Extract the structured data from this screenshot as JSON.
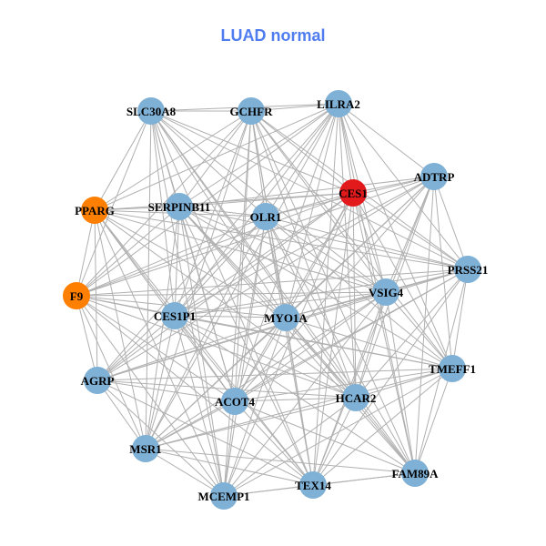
{
  "title": "LUAD normal",
  "colors": {
    "default": "#7fb0d6",
    "highlight": "#e31a1c",
    "secondary": "#ff7f00",
    "edge": "#b0b0b0"
  },
  "nodes": [
    {
      "id": "SLC30A8",
      "color": "default"
    },
    {
      "id": "GCHFR",
      "color": "default"
    },
    {
      "id": "LILRA2",
      "color": "default"
    },
    {
      "id": "ADTRP",
      "color": "default"
    },
    {
      "id": "CES1",
      "color": "highlight"
    },
    {
      "id": "PPARG",
      "color": "secondary"
    },
    {
      "id": "SERPINB11",
      "color": "default"
    },
    {
      "id": "OLR1",
      "color": "default"
    },
    {
      "id": "PRSS21",
      "color": "default"
    },
    {
      "id": "VSIG4",
      "color": "default"
    },
    {
      "id": "F9",
      "color": "secondary"
    },
    {
      "id": "CES1P1",
      "color": "default"
    },
    {
      "id": "MYO1A",
      "color": "default"
    },
    {
      "id": "TMEFF1",
      "color": "default"
    },
    {
      "id": "AGRP",
      "color": "default"
    },
    {
      "id": "ACOT4",
      "color": "default"
    },
    {
      "id": "HCAR2",
      "color": "default"
    },
    {
      "id": "MSR1",
      "color": "default"
    },
    {
      "id": "FAM89A",
      "color": "default"
    },
    {
      "id": "TEX14",
      "color": "default"
    },
    {
      "id": "MCEMP1",
      "color": "default"
    }
  ],
  "adjacency": {
    "SLC30A8": [
      "GCHFR",
      "LILRA2",
      "CES1",
      "OLR1",
      "VSIG4",
      "MYO1A",
      "ACOT4",
      "HCAR2",
      "MSR1",
      "TEX14",
      "MCEMP1",
      "PRSS21",
      "CES1P1",
      "SERPINB11",
      "PPARG",
      "F9",
      "FAM89A"
    ],
    "GCHFR": [
      "LILRA2",
      "SERPINB11",
      "OLR1",
      "CES1",
      "VSIG4",
      "MYO1A",
      "HCAR2",
      "ACOT4",
      "TEX14",
      "MCEMP1",
      "F9",
      "PPARG",
      "FAM89A",
      "TMEFF1",
      "CES1P1",
      "MSR1",
      "PRSS21"
    ],
    "LILRA2": [
      "ADTRP",
      "CES1",
      "OLR1",
      "SERPINB11",
      "VSIG4",
      "MYO1A",
      "HCAR2",
      "TEX14",
      "FAM89A",
      "CES1P1",
      "ACOT4",
      "PPARG",
      "F9",
      "AGRP",
      "MSR1",
      "PRSS21",
      "TMEFF1"
    ],
    "ADTRP": [
      "CES1",
      "OLR1",
      "SERPINB11",
      "PRSS21",
      "VSIG4",
      "TMEFF1",
      "HCAR2",
      "MYO1A",
      "F9",
      "CES1P1",
      "ACOT4",
      "TEX14",
      "FAM89A",
      "MSR1",
      "AGRP"
    ],
    "CES1": [
      "PPARG",
      "SERPINB11",
      "OLR1",
      "PRSS21",
      "VSIG4",
      "MYO1A",
      "HCAR2",
      "TMEFF1",
      "FAM89A",
      "F9",
      "CES1P1",
      "ACOT4",
      "TEX14",
      "MCEMP1",
      "AGRP"
    ],
    "PPARG": [
      "SERPINB11",
      "OLR1",
      "F9",
      "CES1P1",
      "AGRP",
      "MYO1A",
      "ACOT4",
      "MSR1",
      "HCAR2",
      "VSIG4",
      "PRSS21",
      "TEX14",
      "MCEMP1"
    ],
    "SERPINB11": [
      "OLR1",
      "CES1P1",
      "MYO1A",
      "ACOT4",
      "HCAR2",
      "VSIG4",
      "PRSS21",
      "F9",
      "MSR1",
      "MCEMP1",
      "TEX14",
      "FAM89A",
      "TMEFF1"
    ],
    "OLR1": [
      "MYO1A",
      "VSIG4",
      "PRSS21",
      "F9",
      "CES1P1",
      "ACOT4",
      "HCAR2",
      "TEX14",
      "MCEMP1",
      "MSR1",
      "FAM89A",
      "TMEFF1",
      "AGRP"
    ],
    "PRSS21": [
      "VSIG4",
      "TMEFF1",
      "FAM89A",
      "MYO1A",
      "F9",
      "CES1P1",
      "HCAR2",
      "ACOT4",
      "AGRP",
      "MSR1",
      "TEX14"
    ],
    "VSIG4": [
      "MYO1A",
      "F9",
      "CES1P1",
      "TMEFF1",
      "HCAR2",
      "ACOT4",
      "FAM89A",
      "TEX14",
      "MCEMP1",
      "AGRP",
      "MSR1"
    ],
    "F9": [
      "CES1P1",
      "MYO1A",
      "AGRP",
      "ACOT4",
      "HCAR2",
      "MSR1",
      "TMEFF1",
      "MCEMP1",
      "TEX14"
    ],
    "CES1P1": [
      "MYO1A",
      "ACOT4",
      "HCAR2",
      "MSR1",
      "MCEMP1",
      "TEX14",
      "AGRP",
      "TMEFF1",
      "FAM89A"
    ],
    "MYO1A": [
      "ACOT4",
      "HCAR2",
      "TMEFF1",
      "AGRP",
      "MSR1",
      "MCEMP1",
      "TEX14",
      "FAM89A"
    ],
    "TMEFF1": [
      "HCAR2",
      "FAM89A",
      "AGRP",
      "ACOT4",
      "TEX14",
      "MSR1",
      "MCEMP1"
    ],
    "AGRP": [
      "ACOT4",
      "HCAR2",
      "MSR1",
      "MCEMP1",
      "TEX14"
    ],
    "ACOT4": [
      "HCAR2",
      "MSR1",
      "MCEMP1",
      "TEX14",
      "FAM89A"
    ],
    "HCAR2": [
      "FAM89A",
      "TEX14",
      "MCEMP1",
      "MSR1"
    ],
    "MSR1": [
      "MCEMP1",
      "TEX14",
      "FAM89A"
    ],
    "FAM89A": [
      "TEX14",
      "MCEMP1"
    ],
    "TEX14": [
      "MCEMP1"
    ]
  }
}
